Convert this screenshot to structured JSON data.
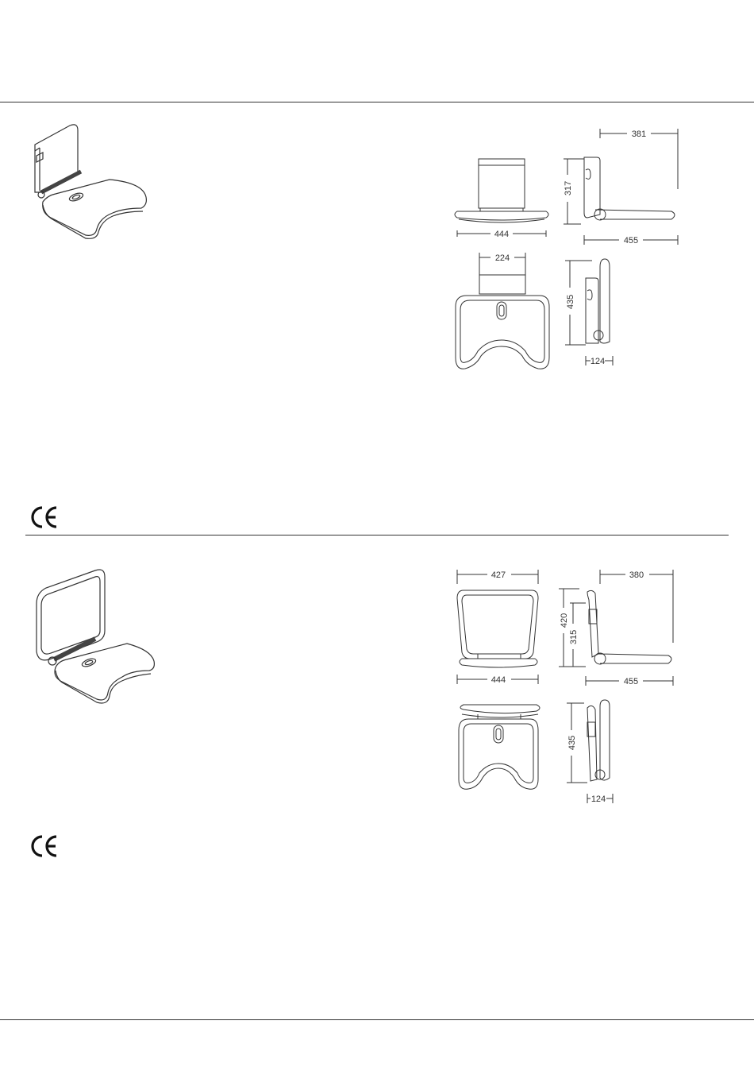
{
  "colors": {
    "line": "#333333",
    "background": "#ffffff"
  },
  "marks": {
    "ce": "CE"
  },
  "products": [
    {
      "dims": {
        "side_depth": "381",
        "width": "444",
        "side_height": "317",
        "side_width": "455",
        "hinge": "224",
        "folded_height": "435",
        "folded_depth": "124"
      }
    },
    {
      "dims": {
        "back_width": "427",
        "side_depth": "380",
        "total_height": "420",
        "side_height": "315",
        "width": "444",
        "side_width": "455",
        "folded_height": "435",
        "folded_depth": "124"
      }
    }
  ]
}
